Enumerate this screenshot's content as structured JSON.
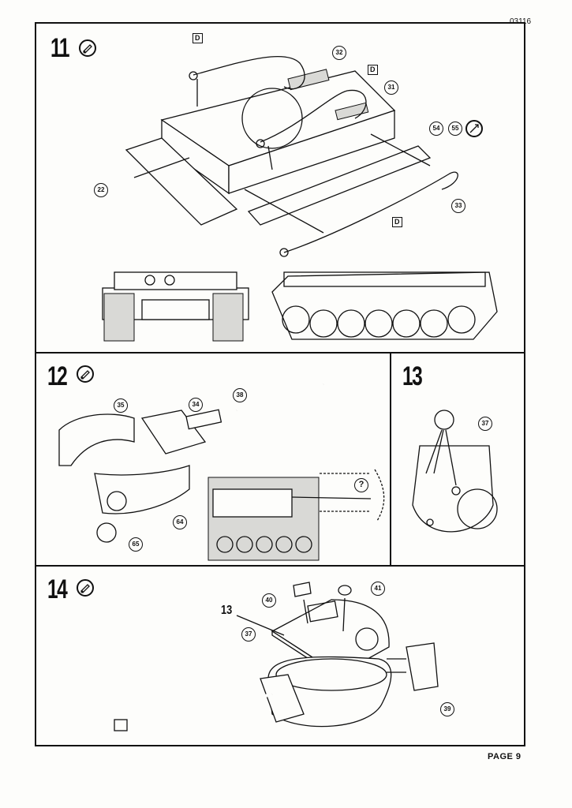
{
  "header": {
    "doc_code": "03116"
  },
  "footer": {
    "page_label": "PAGE 9"
  },
  "steps": [
    {
      "number": "11",
      "icon": "glue-tube-icon",
      "callouts": [
        "32",
        "31",
        "54",
        "55",
        "22",
        "33"
      ],
      "decal_tag": "D"
    },
    {
      "number": "12",
      "icon": "glue-tube-icon",
      "callouts": [
        "35",
        "34",
        "38",
        "64",
        "65"
      ],
      "question_mark": "?"
    },
    {
      "number": "13",
      "callouts": [
        "37"
      ]
    },
    {
      "number": "14",
      "icon": "glue-tube-icon",
      "callouts": [
        "40",
        "41",
        "37",
        "39"
      ],
      "sub_assembly_ref": "13"
    }
  ]
}
